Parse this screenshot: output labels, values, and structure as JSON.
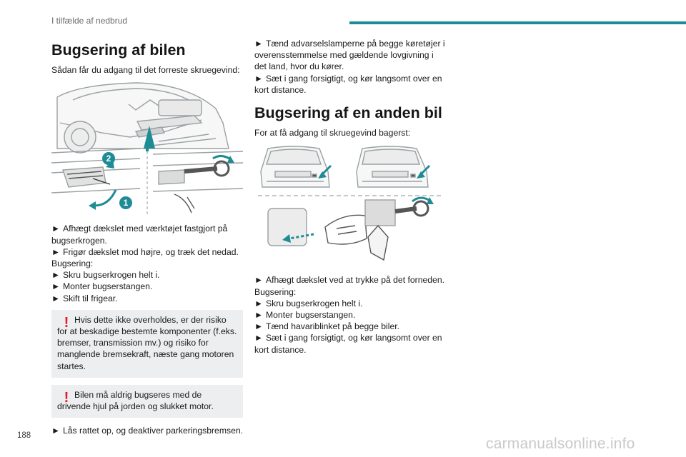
{
  "header": {
    "section_title": "I tilfælde af nedbrud"
  },
  "left": {
    "heading": "Bugsering af bilen",
    "intro": "Sådan får du adgang til det forreste skruegevind:",
    "badge_1": "1",
    "badge_2": "2",
    "steps_a": [
      "Afhægt dækslet med værktøjet fastgjort på bugserkrogen.",
      "Frigør dækslet mod højre, og træk det nedad."
    ],
    "towing_label": "Bugsering:",
    "steps_b": [
      "Skru bugserkrogen helt i.",
      "Monter bugserstangen.",
      "Skift til frigear."
    ],
    "warning_1": "Hvis dette ikke overholdes, er der risiko for at beskadige bestemte komponenter (f.eks. bremser, transmission mv.) og risiko for manglende bremsekraft, næste gang motoren startes.",
    "warning_2": "Bilen må aldrig bugseres med de drivende hjul på jorden og slukket motor.",
    "step_c": "Lås rattet op, og deaktiver parkeringsbremsen."
  },
  "middle": {
    "steps_top": [
      "Tænd advarselslamperne på begge køretøjer i overensstemmelse med gældende lovgivning i det land, hvor du kører.",
      "Sæt i gang forsigtigt, og kør langsomt over en kort distance."
    ],
    "heading": "Bugsering af en anden bil",
    "intro": "For at få adgang til skruegevind bagerst:",
    "step_a": "Afhægt dækslet ved at trykke på det forneden.",
    "towing_label": "Bugsering:",
    "steps_b": [
      "Skru bugserkrogen helt i.",
      "Monter bugserstangen.",
      "Tænd havariblinket på begge biler.",
      "Sæt i gang forsigtigt, og kør langsomt over en kort distance."
    ]
  },
  "bullet_glyph": "►",
  "warning_glyph": "!",
  "page_number": "188",
  "watermark": "carmanualsonline.info",
  "colors": {
    "accent": "#1f8c95",
    "warning": "#e5192b",
    "arrow_teal": "#1e8c95",
    "warning_bg": "#eceeef"
  }
}
